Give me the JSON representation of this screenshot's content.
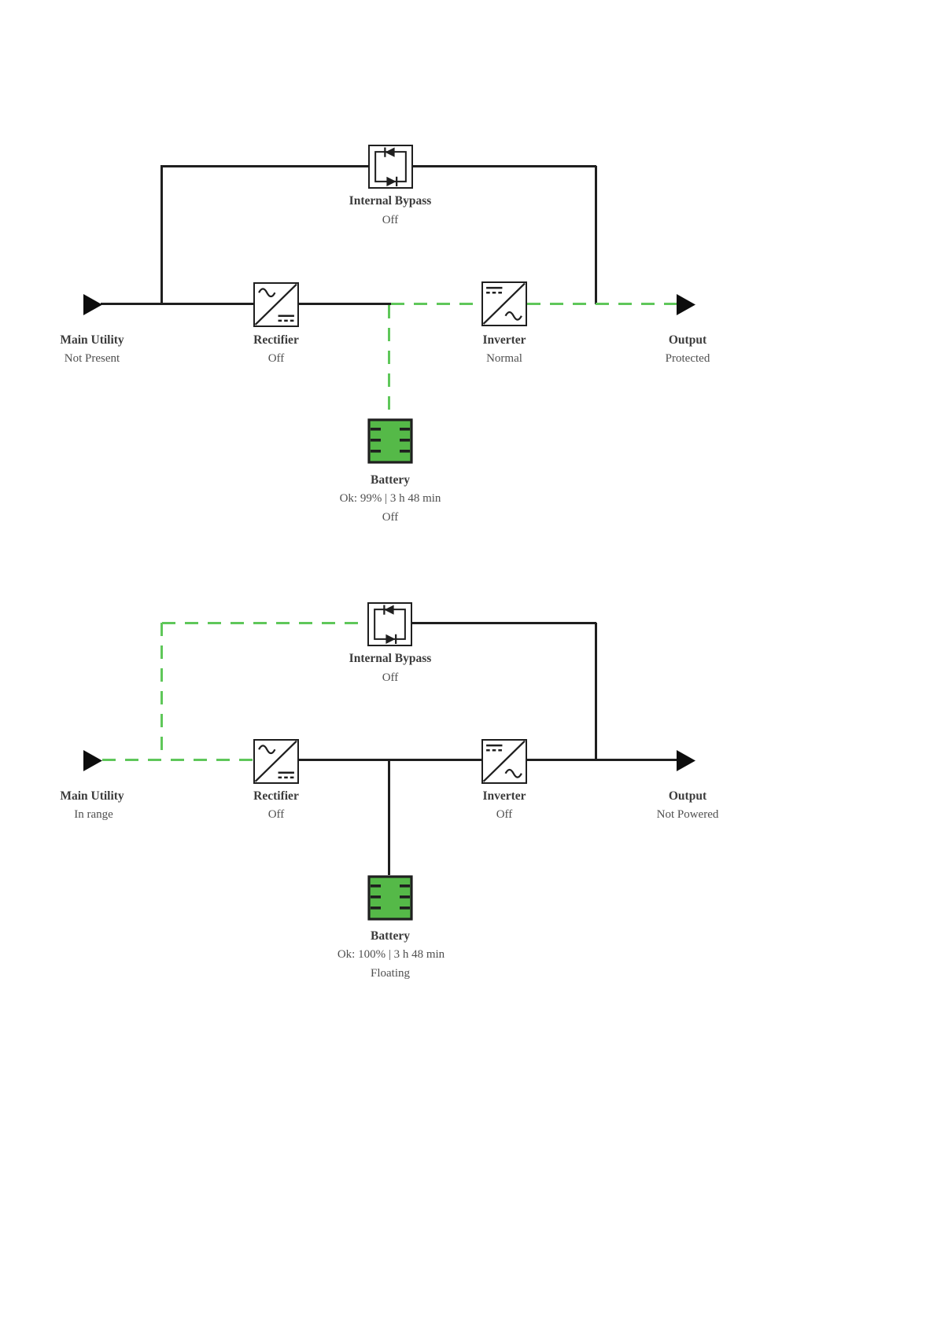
{
  "colors": {
    "line": "#1f1f1f",
    "flow_green": "#5fc75a",
    "battery_fill": "#55b948",
    "arrow": "#0d0d0d",
    "label": "#3c3c3c",
    "status": "#4f4f4f"
  },
  "diagrams": [
    {
      "bypass": {
        "label": "Internal Bypass",
        "status": "Off"
      },
      "main_utility": {
        "label": "Main Utility",
        "status": "Not Present"
      },
      "rectifier": {
        "label": "Rectifier",
        "status": "Off"
      },
      "inverter": {
        "label": "Inverter",
        "status": "Normal"
      },
      "output": {
        "label": "Output",
        "status": "Protected"
      },
      "battery": {
        "label": "Battery",
        "health": "Ok: 99% | 3 h 48 min",
        "status": "Off"
      }
    },
    {
      "bypass": {
        "label": "Internal Bypass",
        "status": "Off"
      },
      "main_utility": {
        "label": "Main Utility",
        "status": "In range"
      },
      "rectifier": {
        "label": "Rectifier",
        "status": "Off"
      },
      "inverter": {
        "label": "Inverter",
        "status": "Off"
      },
      "output": {
        "label": "Output",
        "status": "Not Powered"
      },
      "battery": {
        "label": "Battery",
        "health": "Ok: 100% | 3 h 48 min",
        "status": "Floating"
      }
    }
  ]
}
